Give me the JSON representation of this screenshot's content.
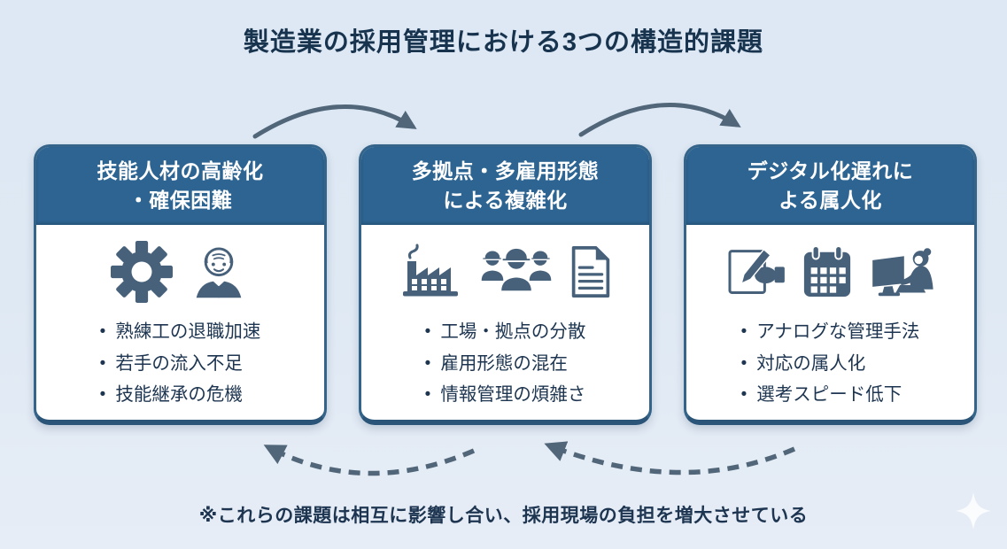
{
  "title": "製造業の採用管理における3つの構造的課題",
  "footnote": "※これらの課題は相互に影響し合い、採用現場の負担を増大させている",
  "cards": [
    {
      "title_line1": "技能人材の高齢化",
      "title_line2": "・確保困難",
      "icons": [
        "gear-icon",
        "elderly-worker-icon"
      ],
      "bullets": [
        "熟練工の退職加速",
        "若手の流入不足",
        "技能継承の危機"
      ]
    },
    {
      "title_line1": "多拠点・多雇用形態",
      "title_line2": "による複雑化",
      "icons": [
        "factory-icon",
        "workers-group-icon",
        "document-icon"
      ],
      "bullets": [
        "工場・拠点の分散",
        "雇用形態の混在",
        "情報管理の煩雑さ"
      ]
    },
    {
      "title_line1": "デジタル化遅れに",
      "title_line2": "よる属人化",
      "icons": [
        "handwriting-icon",
        "calendar-icon",
        "operator-at-computer-icon"
      ],
      "bullets": [
        "アナログな管理手法",
        "対応の属人化",
        "選考スピード低下"
      ]
    }
  ],
  "colors": {
    "background_top": "#dde8f4",
    "background_bottom": "#e7edf6",
    "header_blue": "#2d6491",
    "card_border": "#35648a",
    "card_border_bottom": "#2a5578",
    "icon_slate": "#47617b",
    "text_dark": "#1d3550",
    "title_color": "#17334e",
    "arrow_color": "#516779"
  }
}
